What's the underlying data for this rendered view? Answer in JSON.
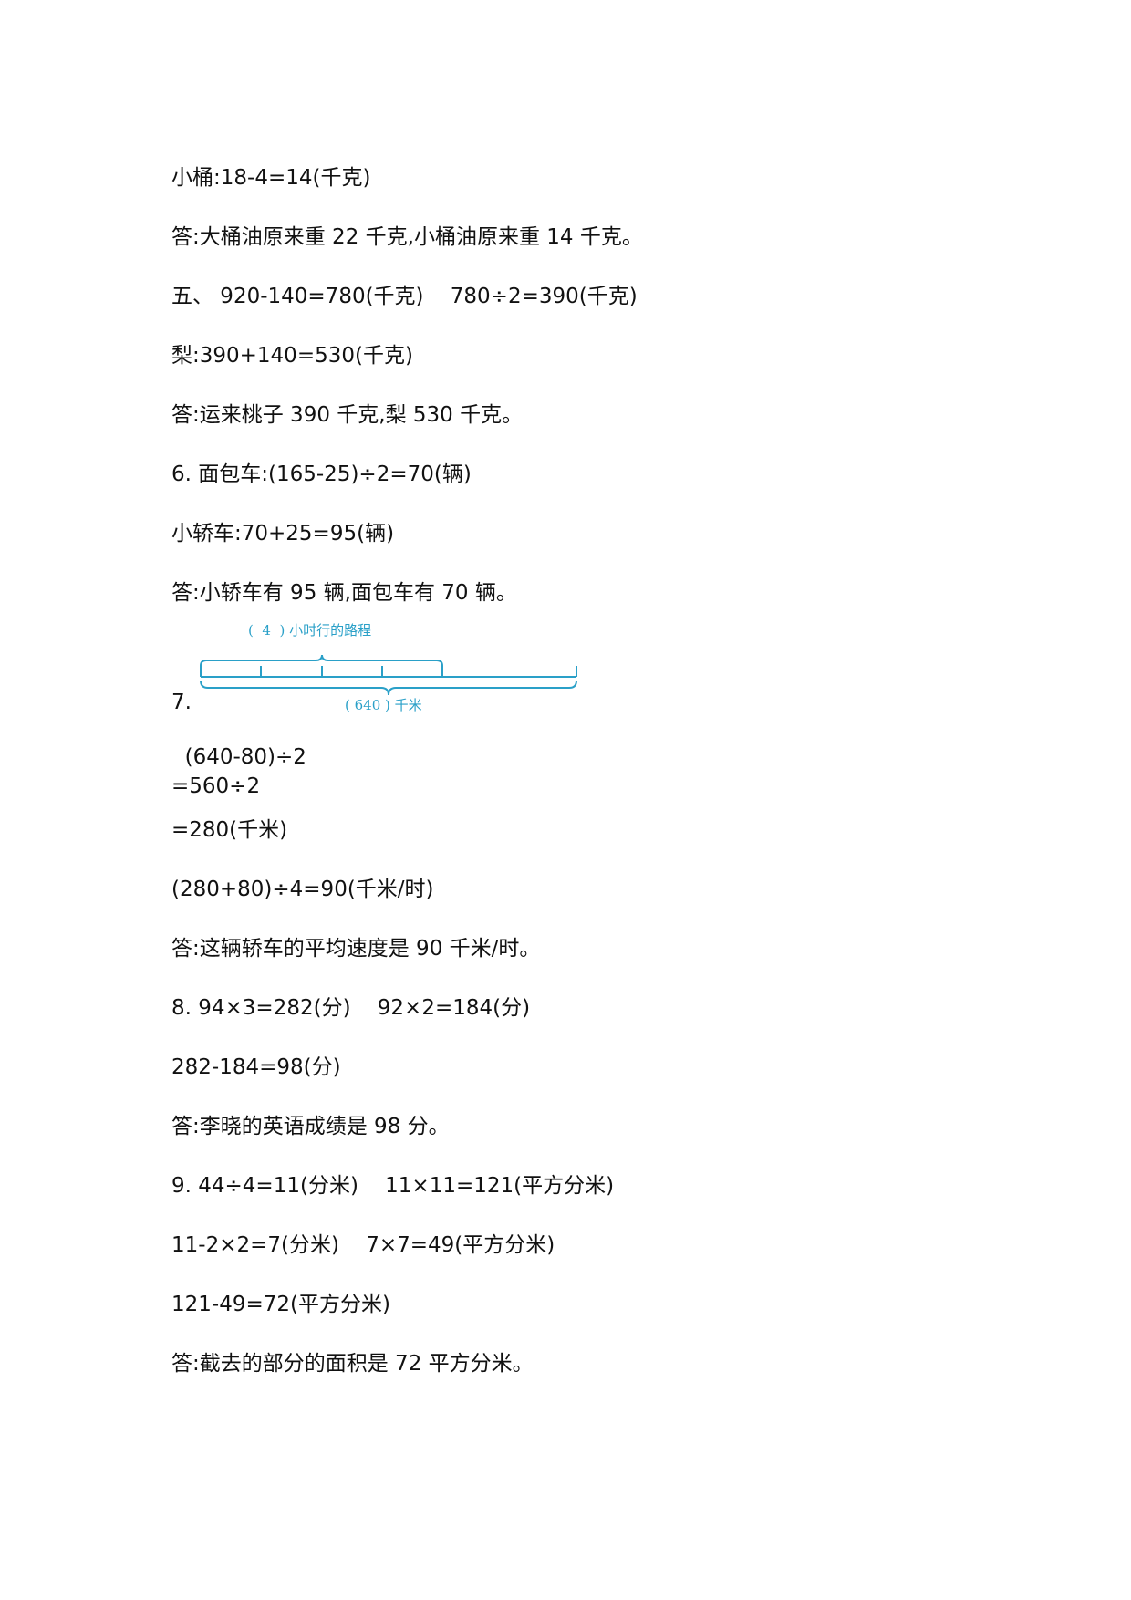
{
  "document": {
    "lines": [
      "小桶:18-4=14(千克)",
      "答:大桶油原来重 22 千克,小桶油原来重 14 千克。",
      "五、 920-140=780(千克)    780÷2=390(千克)",
      "梨:390+140=530(千克)",
      "答:运来桃子 390 千克,梨 530 千克。",
      "6. 面包车:(165-25)÷2=70(辆)",
      "小轿车:70+25=95(辆)",
      "答:小轿车有 95 辆,面包车有 70 辆。",
      "7.",
      "  (640-80)÷2",
      "=560÷2",
      "=280(千米)",
      "(280+80)÷4=90(千米/时)",
      "答:这辆轿车的平均速度是 90 千米/时。",
      "8. 94×3=282(分)    92×2=184(分)",
      "282-184=98(分)",
      "答:李晓的英语成绩是 98 分。",
      "9. 44÷4=11(分米)    11×11=121(平方分米)",
      "11-2×2=7(分米)    7×7=49(平方分米)",
      "121-49=72(平方分米)",
      "答:截去的部分的面积是 72 平方分米。"
    ]
  },
  "diagram": {
    "top_label": "(  4  ) 小时行的路程",
    "bottom_label": "( 640 ) 千米",
    "segments_bracketed": 4,
    "color": "#2aa0c8"
  }
}
